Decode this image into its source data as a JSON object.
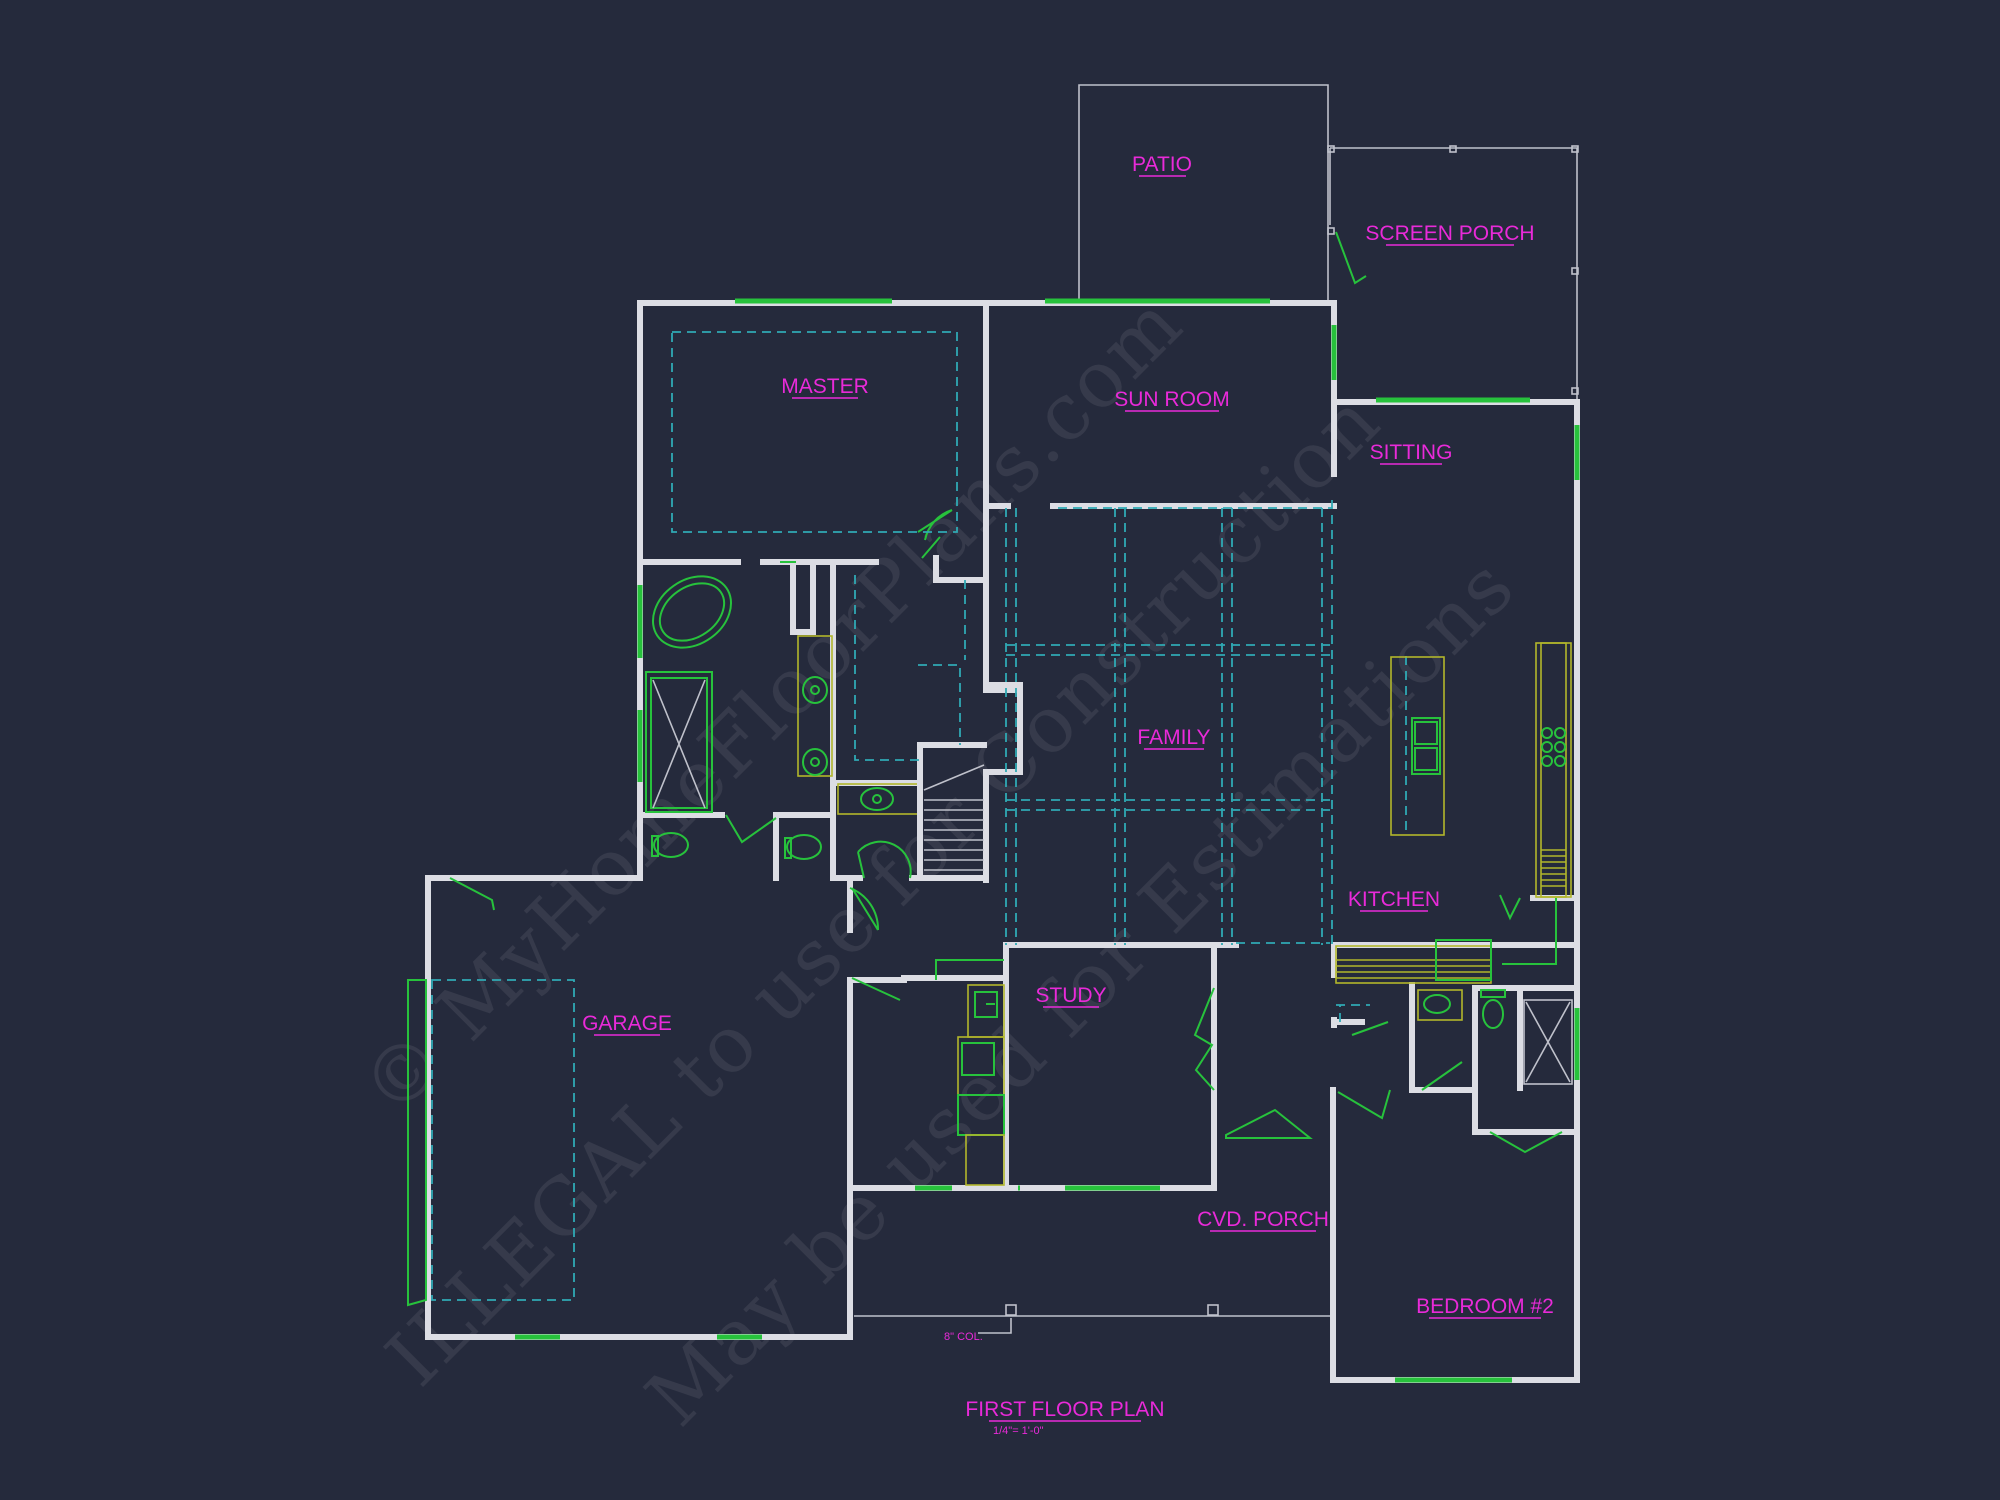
{
  "plan": {
    "title": "FIRST FLOOR PLAN",
    "scale": "1/4\"= 1'-0\"",
    "column_note": "8\" COL."
  },
  "rooms": {
    "patio": "PATIO",
    "screen_porch": "SCREEN PORCH",
    "master": "MASTER",
    "sun_room": "SUN ROOM",
    "sitting": "SITTING",
    "family": "FAMILY",
    "kitchen": "KITCHEN",
    "garage": "GARAGE",
    "study": "STUDY",
    "cvd_porch": "CVD. PORCH",
    "bedroom2": "BEDROOM #2"
  },
  "watermark": {
    "line1": "© MyHomeFloorPlans.com",
    "line2": "ILLEGAL to use for Construction",
    "line3": "May be used for Estimations"
  },
  "colors": {
    "background": "#252a3c",
    "walls": "#dcdde4",
    "windows": "#27c23c",
    "dashed": "#2fa9b4",
    "labels": "#e92ad9"
  }
}
